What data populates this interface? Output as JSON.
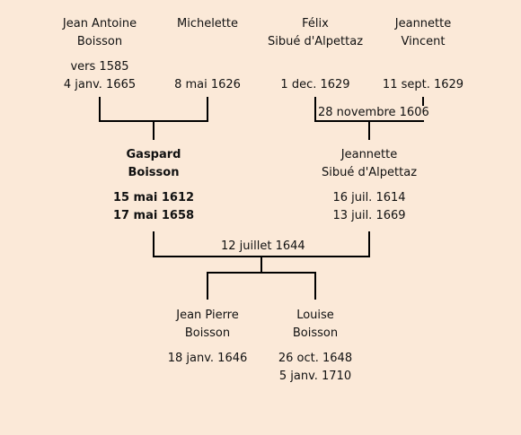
{
  "people": {
    "jean_antoine": {
      "name1": "Jean Antoine",
      "name2": "Boisson",
      "date1": "vers 1585",
      "date2": "4 janv. 1665"
    },
    "michelette": {
      "name1": "Michelette",
      "date1": "8 mai 1626"
    },
    "felix": {
      "name1": "Félix",
      "name2": "Sibué d'Alpettaz",
      "date1": "1 dec. 1629"
    },
    "jeannette_vincent": {
      "name1": "Jeannette",
      "name2": "Vincent",
      "date1": "11 sept. 1629"
    },
    "gaspard": {
      "name1": "Gaspard",
      "name2": "Boisson",
      "date1": "15 mai 1612",
      "date2": "17 mai 1658"
    },
    "jeannette_sibue": {
      "name1": "Jeannette",
      "name2": "Sibué d'Alpettaz",
      "date1": "16 juil. 1614",
      "date2": "13 juil. 1669"
    },
    "jean_pierre": {
      "name1": "Jean Pierre",
      "name2": "Boisson",
      "date1": "18 janv. 1646"
    },
    "louise": {
      "name1": "Louise",
      "name2": "Boisson",
      "date1": "26 oct. 1648",
      "date2": "5 janv. 1710"
    }
  },
  "marriages": {
    "felix_jeannette": "28 novembre 1606",
    "gaspard_jeannette": "12 juillet 1644"
  },
  "colors": {
    "background": "#fbe9d8",
    "line": "#000000",
    "text": "#111111"
  }
}
